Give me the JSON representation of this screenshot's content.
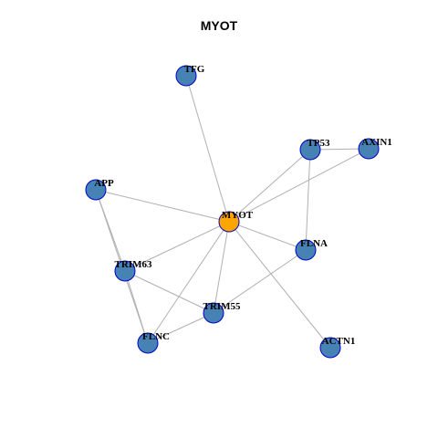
{
  "title": "MYOT",
  "colors": {
    "hub_fill": "#FFA500",
    "node_fill": "#4682B4",
    "node_stroke": "#0000CD",
    "edge": "#B0B0B0"
  },
  "nodes": [
    {
      "id": "MYOT",
      "label": "MYOT",
      "hub": true
    },
    {
      "id": "TFG",
      "label": "TFG"
    },
    {
      "id": "TP53",
      "label": "TP53"
    },
    {
      "id": "AXIN1",
      "label": "AXIN1"
    },
    {
      "id": "APP",
      "label": "APP"
    },
    {
      "id": "FLNA",
      "label": "FLNA"
    },
    {
      "id": "TRIM63",
      "label": "TRIM63"
    },
    {
      "id": "TRIM55",
      "label": "TRIM55"
    },
    {
      "id": "FLNC",
      "label": "FLNC"
    },
    {
      "id": "ACTN1",
      "label": "ACTN1"
    }
  ],
  "edges": [
    [
      "MYOT",
      "TFG"
    ],
    [
      "MYOT",
      "TP53"
    ],
    [
      "MYOT",
      "AXIN1"
    ],
    [
      "MYOT",
      "APP"
    ],
    [
      "MYOT",
      "FLNA"
    ],
    [
      "MYOT",
      "TRIM63"
    ],
    [
      "MYOT",
      "TRIM55"
    ],
    [
      "MYOT",
      "FLNC"
    ],
    [
      "MYOT",
      "ACTN1"
    ],
    [
      "TP53",
      "AXIN1"
    ],
    [
      "TP53",
      "FLNA"
    ],
    [
      "APP",
      "TRIM63"
    ],
    [
      "APP",
      "FLNC"
    ],
    [
      "FLNA",
      "TRIM55"
    ],
    [
      "TRIM63",
      "TRIM55"
    ],
    [
      "TRIM63",
      "FLNC"
    ],
    [
      "TRIM55",
      "FLNC"
    ]
  ]
}
